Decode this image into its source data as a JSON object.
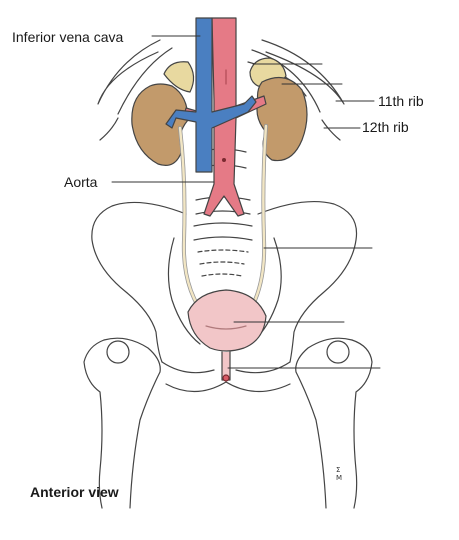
{
  "labels": {
    "inferior_vena_cava": "Inferior vena cava",
    "aorta": "Aorta",
    "rib_11": "11th rib",
    "rib_12": "12th rib",
    "view": "Anterior view"
  },
  "signature": "ΣΜ",
  "colors": {
    "kidney": "#c29a6b",
    "adrenal": "#e8d9a0",
    "vein": "#4a7fc1",
    "artery": "#e57a86",
    "bladder": "#f2c6c8",
    "ureter": "#f2e6c4",
    "outline": "#444444",
    "leader_line": "#333333"
  }
}
